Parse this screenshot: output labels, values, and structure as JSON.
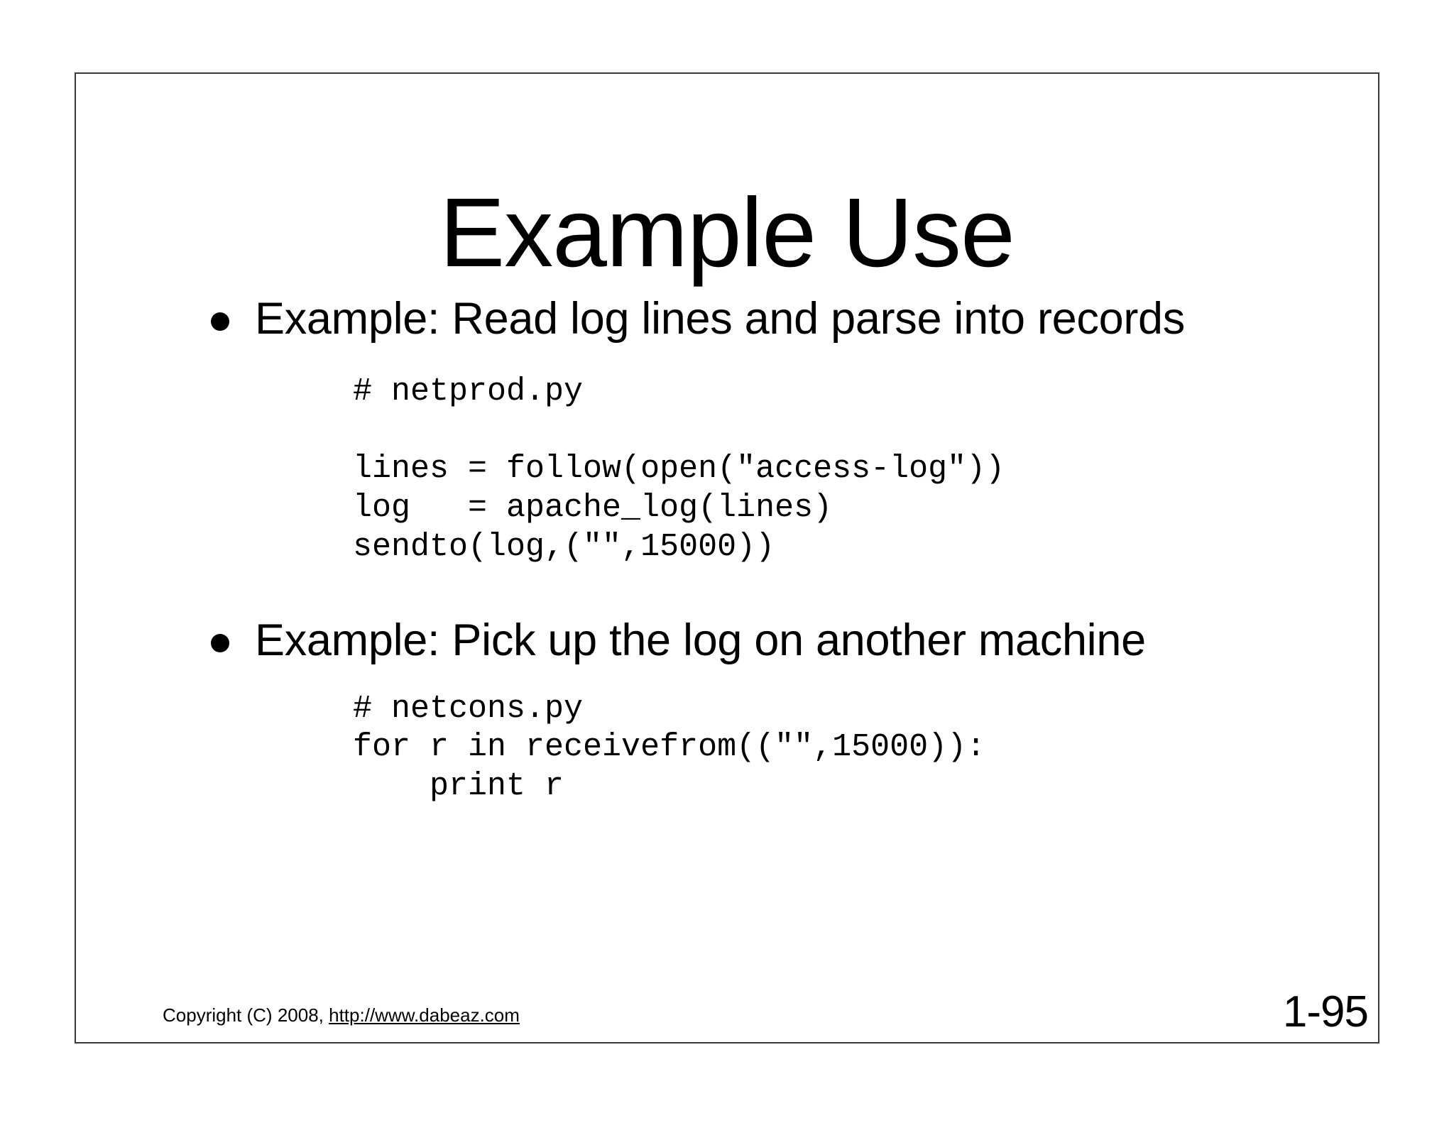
{
  "slide": {
    "title": "Example Use",
    "bullets": [
      {
        "text": "Example: Read log lines and parse into records",
        "bullet_glyph": "bullet-dot",
        "code": "# netprod.py\n\nlines = follow(open(\"access-log\"))\nlog   = apache_log(lines)\nsendto(log,(\"\",15000))"
      },
      {
        "text": "Example: Pick up the log on another machine",
        "bullet_glyph": "bullet-dot",
        "code": "# netcons.py\nfor r in receivefrom((\"\",15000)):\n    print r"
      }
    ],
    "footer": {
      "copyright": "Copyright (C) 2008,",
      "url": "http://www.dabeaz.com",
      "page_number": "1-95"
    },
    "colors": {
      "background": "#ffffff",
      "text": "#000000",
      "frame_border": "#3a3a3a"
    }
  }
}
